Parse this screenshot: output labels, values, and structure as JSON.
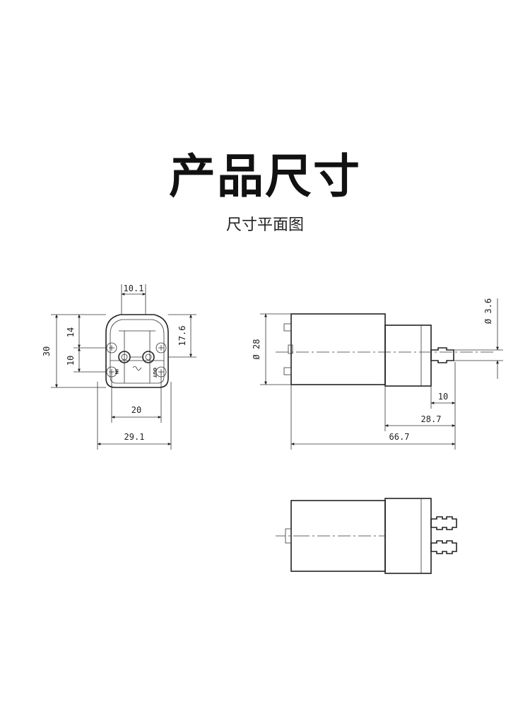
{
  "header": {
    "title": "产品尺寸",
    "subtitle": "尺寸平面图"
  },
  "front_view": {
    "dims": {
      "top_width": "10.1",
      "height_total": "30",
      "height_upper": "14",
      "height_lower": "10",
      "height_right": "17.6",
      "port_spacing": "20",
      "width_total": "29.1"
    },
    "labels": {
      "in": "IN",
      "out": "OUT"
    }
  },
  "side_view": {
    "dims": {
      "diameter_body": "Ø 28",
      "diameter_nozzle": "Ø 3.6",
      "nozzle_length": "10",
      "head_length": "28.7",
      "total_length": "66.7"
    }
  }
}
